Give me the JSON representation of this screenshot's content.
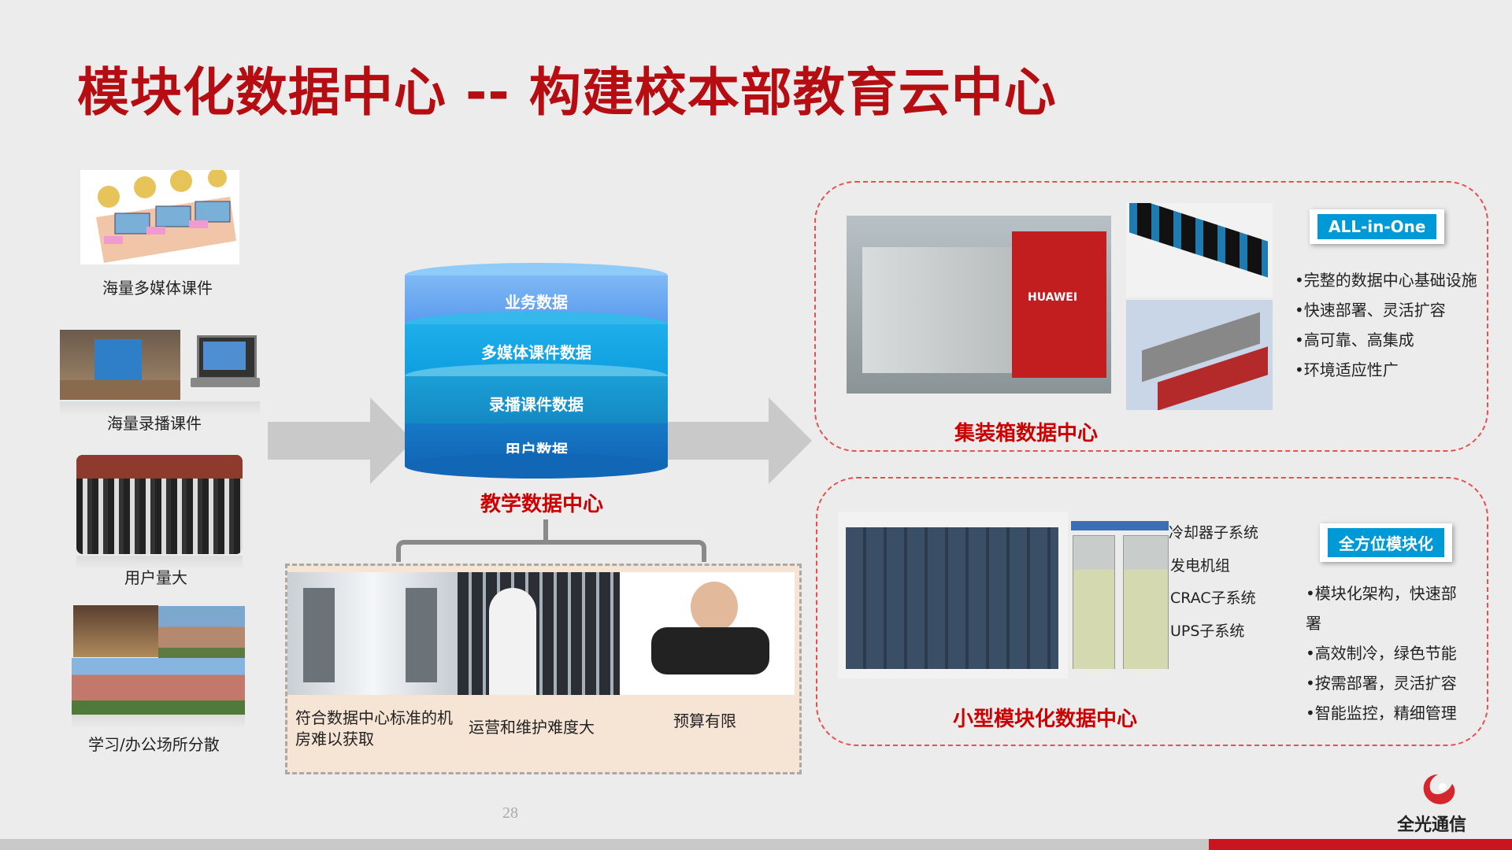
{
  "title": "模块化数据中心 -- 构建校本部教育云中心",
  "sources": [
    {
      "label": "海量多媒体课件"
    },
    {
      "label": "海量录播课件"
    },
    {
      "label": "用户量大"
    },
    {
      "label": "学习/办公场所分散"
    }
  ],
  "cylinder": {
    "layers": [
      "业务数据",
      "多媒体课件数据",
      "录播课件数据",
      "用户数据"
    ],
    "label": "教学数据中心"
  },
  "issues": [
    {
      "text": "符合数据中心标准的机房难以获取"
    },
    {
      "text": "运营和维护难度大"
    },
    {
      "text": "预算有限"
    }
  ],
  "container_dc": {
    "label": "集装箱数据中心",
    "badge": "ALL-in-One",
    "brand": "HUAWEI",
    "bullets": [
      "•完整的数据中心基础设施",
      "•快速部署、灵活扩容",
      "•高可靠、高集成",
      "•环境适应性广"
    ]
  },
  "small_dc": {
    "label": "小型模块化数据中心",
    "badge": "全方位模块化",
    "subsystems": [
      "冷却器子系统",
      "发电机组",
      "CRAC子系统",
      "UPS子系统"
    ],
    "bullets": [
      "•模块化架构，快速部",
      "署",
      "•高效制冷，绿色节能",
      "•按需部署，灵活扩容",
      "•智能监控，精细管理"
    ]
  },
  "page_number": "28",
  "logo": {
    "text": "全光通信"
  },
  "colors": {
    "title_red": "#b50d12",
    "accent_blue": "#0099d8",
    "dash_red": "#e85050"
  }
}
